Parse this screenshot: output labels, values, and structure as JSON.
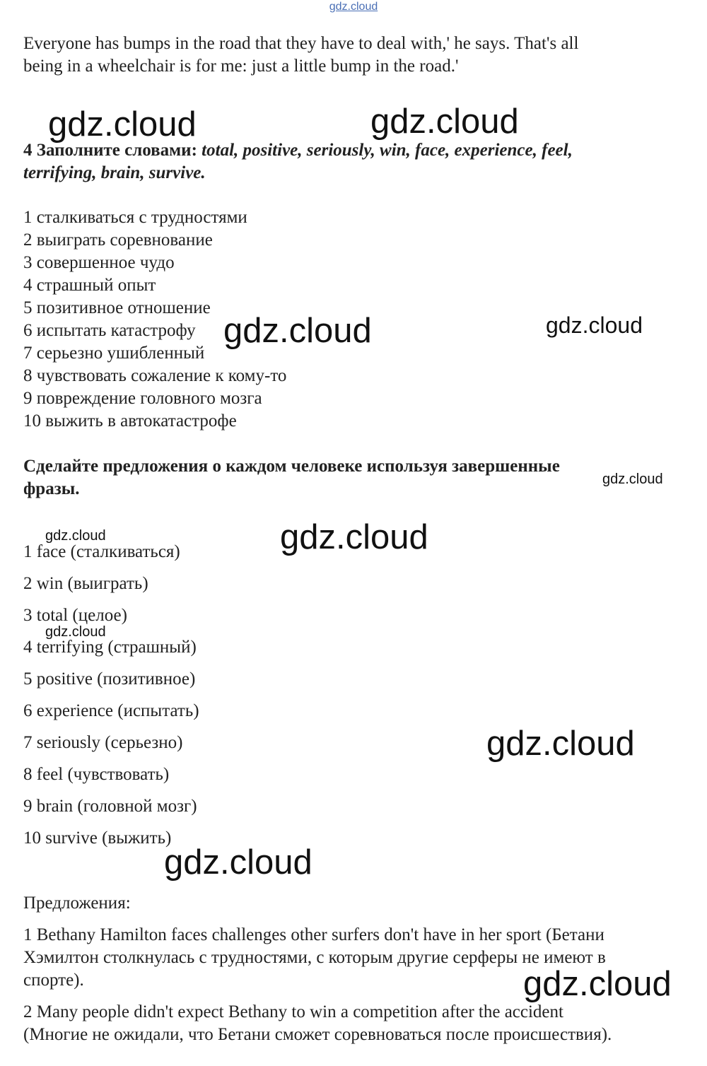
{
  "header": {
    "link": "gdz.cloud"
  },
  "quote": {
    "line1": "Everyone has bumps in the road that they have to deal with,' he says. That's all",
    "line2": "being in a wheelchair is for me: just a little bump in the road.'"
  },
  "task4": {
    "prefix": "4 Заполните словами: ",
    "words": "total, positive, seriously, win, face, experience, feel,",
    "words2": "terrifying, brain, survive."
  },
  "phrases": [
    "1 сталкиваться с трудностями",
    "2 выиграть соревнование",
    "3 совершенное чудо",
    "4 страшный опыт",
    "5 позитивное отношение",
    "6 испытать катастрофу",
    "7 серьезно ушибленный",
    "8 чувствовать сожаление к кому-то",
    "9 повреждение головного мозга",
    "10 выжить в автокатастрофе"
  ],
  "task_sentences": {
    "line1": "Сделайте предложения о каждом человеке используя завершенные",
    "line2": "фразы."
  },
  "answers": [
    "1 face (сталкиваться)",
    "2 win (выиграть)",
    "3 total (целое)",
    "4 terrifying (страшный)",
    "5 positive (позитивное)",
    "6 experience (испытать)",
    "7 seriously (серьезно)",
    "8 feel (чувствовать)",
    "9 brain (головной мозг)",
    "10 survive (выжить)"
  ],
  "sentences_heading": "Предложения:",
  "sentences": [
    {
      "line1": "1 Bethany Hamilton faces challenges other surfers don't have in her sport (Бетани",
      "line2": "Хэмилтон столкнулась с трудностями, с которым другие серферы не имеют в",
      "line3": "спорте)."
    },
    {
      "line1": "2 Many people didn't expect Bethany to win a competition after the accident",
      "line2": "(Многие не ожидали, что Бетани сможет соревноваться после происшествия)."
    }
  ],
  "watermark": "gdz.cloud"
}
